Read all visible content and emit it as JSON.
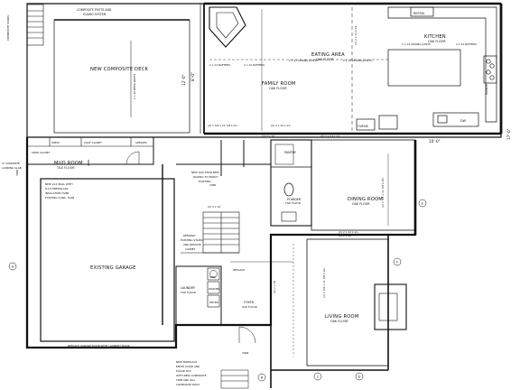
{
  "rooms": {
    "new_composite_deck": "NEW COMPOSITE DECK",
    "family_room": "FAMILY ROOM",
    "family_room_floor": "OAK FLOOR",
    "eating_area": "EATING AREA",
    "eating_area_floor": "OAK FLOOR",
    "kitchen": "KITCHEN",
    "kitchen_floor": "OAK FLOOR",
    "mud_room": "MUD ROOM",
    "mud_room_floor": "TILE FLOOR",
    "existing_garage": "EXISTING GARAGE",
    "dining_room": "DINING ROOM",
    "dining_room_floor": "OAK FLOOR",
    "living_room": "LIVING ROOM",
    "living_room_floor": "OAK FLOOR",
    "foyer": "FOYER",
    "foyer_floor": "OAK FLOOR",
    "laundry": "LAUNDRY",
    "laundry_floor": "TILE FLOOR",
    "pantry": "PANTRY",
    "powder": "POWDER",
    "powder_floor": "TILE FLOOR"
  },
  "notes": {
    "deck_top_1": "COMPOSITE POSTS AND",
    "deck_top_2": "GUARD SYSTEM",
    "deck_left": "COMPOSITE STAIRS",
    "deck_joists": "2 x 10 DECK JOISTS",
    "ceiling_joists_1": "2 x 12 CEILING JOISTS",
    "ceiling_joists_2": "2 x 12 CEILING JOISTS",
    "ceiling_joists_3": "2 x 12 CEILING JOISTS",
    "rafters_1": "2 x 12 RAFTERS",
    "rafters_2": "2 x 12 RAFTERS",
    "rafters_3": "2 x 12 RAFTERS",
    "fridge": "REFRIG",
    "range": "RANGE",
    "dw": "DW",
    "ovens": "OVENS",
    "shelves": "SHELVES",
    "coat_closet": "COAT CLOSET",
    "shoe": "SHOE CLOSET",
    "shelf_l": "SHELF",
    "concrete_1": "4\" CONCRETE",
    "concrete_2": "LANDING SLAB",
    "infill_1": "NEW 2x4 WALL WITH",
    "infill_2": "R-15 FIBERGLASS",
    "infill_3": "INSULATION OVER",
    "infill_4": "EXISTING CONC. SLAB",
    "garage_bottom": "REPLACE GARAGE DOOR WITH LAUNDRY DOOR",
    "door_3080": "3080",
    "door_2480": "2480",
    "door_2680": "2680",
    "door_3068": "3068",
    "stair_note_1": "NEW OAK STAIR NEW",
    "stair_note_2": "RAILING TO MATCH",
    "stair_note_3": "EXISTING",
    "refinish_1": "REFINISH",
    "refinish_2": "EXISTING STAIRS",
    "refinish_3": "AND REMOVE",
    "refinish_4": "CARPET",
    "washer": "WASHER",
    "dryer": "DRYER",
    "sink": "SINK",
    "replace": "REPLACE",
    "fireplace_1": "NEW FIREPLACE",
    "fireplace_2": "ENTRY DOOR AND",
    "fireplace_3": "FLOOR TILE",
    "fireplace_4": "WITH NEW COMPOSITE",
    "fireplace_5": "TRIM AND SILL",
    "fireplace_6": "COMPOSITE DECK"
  },
  "dims": {
    "right_1": "17'-0\"",
    "right_2": "10'-0\"",
    "beam_1": "(2) 2 x 12 L.V.L.",
    "beam_2": "(2) 2 x 12 L.V.L.",
    "beam_3": "(2) 1 3/4 x 11 7/8 L.V.L.",
    "beam_4": "(2) 1 3/4 x 11 7/8 L.V.L.",
    "beam_5": "(2) 2 x 12 L.V.L.",
    "beam_6": "(2) 2 x 12 L.V.L.",
    "beam_7": "(2) 1 3/4 x 11 7/8 L.V.L.",
    "beam_8": "(2) 2 x 10",
    "beam_9": "(2) 2 x 10",
    "beam_10": "(2) 2 x 10",
    "beam_11": "(2) 2 x 10",
    "deck_v": "8'-0\"",
    "fam_v": "12'-0\""
  },
  "tags": {
    "a": "A",
    "b": "B",
    "c": "C",
    "d": "D",
    "e": "E",
    "f": "F"
  }
}
